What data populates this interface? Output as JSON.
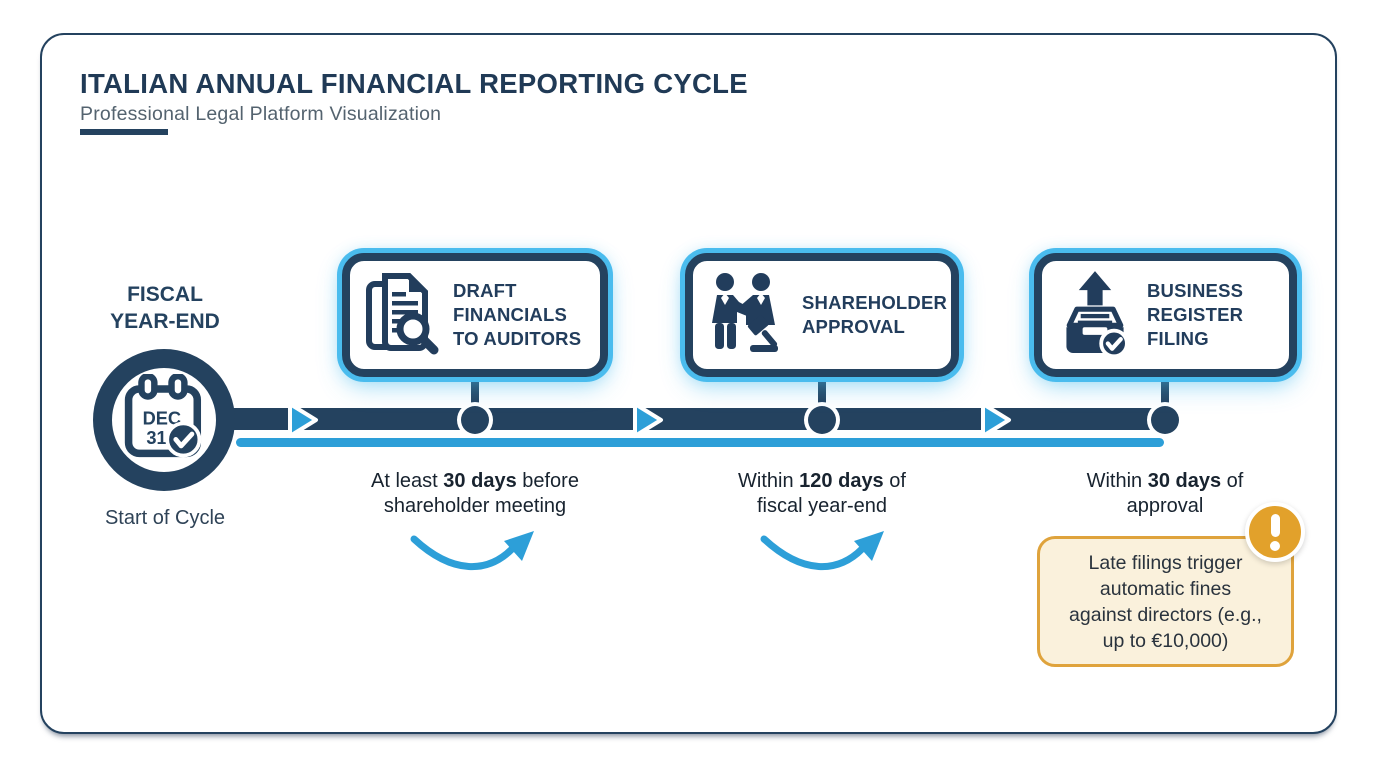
{
  "header": {
    "title": "ITALIAN ANNUAL FINANCIAL REPORTING CYCLE",
    "subtitle": "Professional Legal Platform Visualization"
  },
  "start_node": {
    "label": "FISCAL\nYEAR-END",
    "calendar": {
      "month": "DEC",
      "day": "31"
    },
    "caption": "Start of Cycle"
  },
  "milestones": [
    {
      "id": "draft-financials-to-auditors",
      "icon": "document-magnifier-icon",
      "title": "DRAFT\nFINANCIALS\nTO AUDITORS",
      "deadline": {
        "pre": "At least ",
        "bold": "30 days",
        "post": " before",
        "line2": "shareholder meeting"
      }
    },
    {
      "id": "shareholder-approval",
      "icon": "handshake-gavel-icon",
      "title": "SHAREHOLDER\nAPPROVAL",
      "deadline": {
        "pre": "Within ",
        "bold": "120 days",
        "post": " of",
        "line2": "fiscal year-end"
      }
    },
    {
      "id": "business-register-filing",
      "icon": "upload-tray-check-icon",
      "title": "BUSINESS\nREGISTER\nFILING",
      "deadline": {
        "pre": "Within ",
        "bold": "30 days",
        "post": " of",
        "line2": "approval"
      }
    }
  ],
  "warning": {
    "icon": "exclamation-icon",
    "text": "Late filings trigger\nautomatic fines\nagainst directors (e.g.,\nup to €10,000)"
  },
  "colors": {
    "navy": "#24425F",
    "light_blue": "#2D9FD8",
    "glow_blue": "#4ABCEE",
    "warning_orange": "#E2A12B",
    "warning_border": "#DFA33C",
    "warning_bg": "#FAF1DC"
  }
}
